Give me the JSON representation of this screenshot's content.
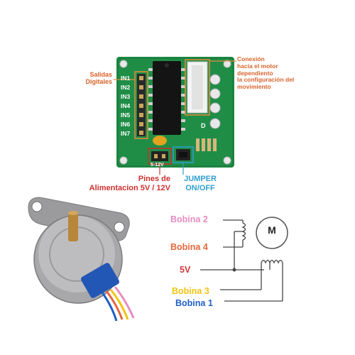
{
  "board": {
    "pin_labels": [
      "IN1",
      "IN2",
      "IN3",
      "IN4",
      "IN5",
      "IN6",
      "IN7"
    ],
    "silk_voltage": "5-12V",
    "silk_d": "D"
  },
  "callouts": {
    "salidas": [
      "Salidas",
      "Digitales"
    ],
    "conexion": [
      "Conexión",
      "hacia el motor",
      "dependiento",
      "la configuración del",
      "movimiento"
    ],
    "pines": [
      "Pines de",
      "Alimentacion 5V / 12V"
    ],
    "jumper": [
      "JUMPER",
      "ON/OFF"
    ]
  },
  "wiring": {
    "bobina_2": "Bobina 2",
    "bobina_4": "Bobina 4",
    "v5": "5V",
    "bobina_3": "Bobina 3",
    "bobina_1": "Bobina 1",
    "motor_letter": "M"
  },
  "colors": {
    "pcb": "#1f8d46",
    "callout_orange": "#d8632a",
    "pines_red": "#cf2f2f",
    "jumper_blue": "#2f9fd0",
    "bobina_2": "#e58cc0",
    "bobina_4": "#e4663c",
    "v5": "#d23a3a",
    "bobina_3": "#f1c40f",
    "bobina_1": "#1f5fc4"
  }
}
